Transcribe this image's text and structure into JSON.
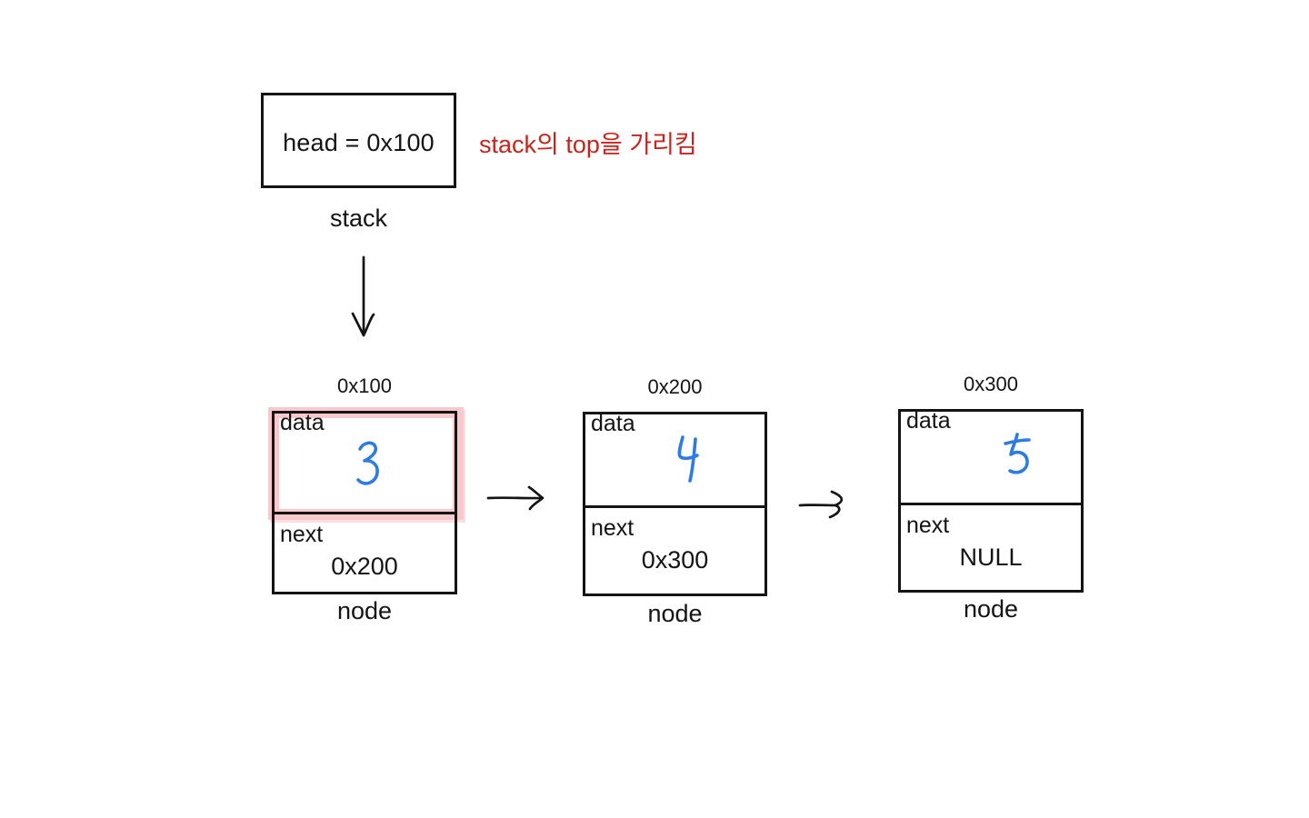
{
  "head": {
    "label": "head = 0x100",
    "caption": "stack"
  },
  "annotation": {
    "text": "stack의 top을 가리킴",
    "color": "#c8241e"
  },
  "nodes": [
    {
      "address": "0x100",
      "data_label": "data",
      "data_value": "3",
      "next_label": "next",
      "next_value": "0x200",
      "caption": "node",
      "highlighted": true
    },
    {
      "address": "0x200",
      "data_label": "data",
      "data_value": "4",
      "next_label": "next",
      "next_value": "0x300",
      "caption": "node",
      "highlighted": false
    },
    {
      "address": "0x300",
      "data_label": "data",
      "data_value": "5",
      "next_label": "next",
      "next_value": "NULL",
      "caption": "node",
      "highlighted": false
    }
  ],
  "colors": {
    "ink": "#141414",
    "annotation_red": "#c8241e",
    "handwriting_blue": "#2d7ce2",
    "highlight_pink": "#f8c8cd"
  }
}
